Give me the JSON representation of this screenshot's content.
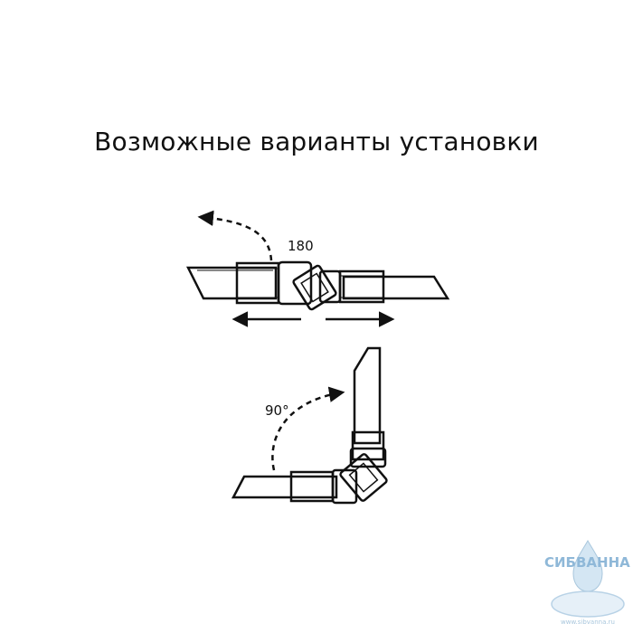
{
  "title": "Возможные варианты установки",
  "diagram": {
    "straight_label": "180",
    "corner_label": "90°"
  },
  "watermark": {
    "brand": "СИБВАННА",
    "site": "www.sibvanna.ru"
  },
  "colors": {
    "ink": "#111111",
    "watermark": "#8fb8d8",
    "background": "#ffffff"
  }
}
